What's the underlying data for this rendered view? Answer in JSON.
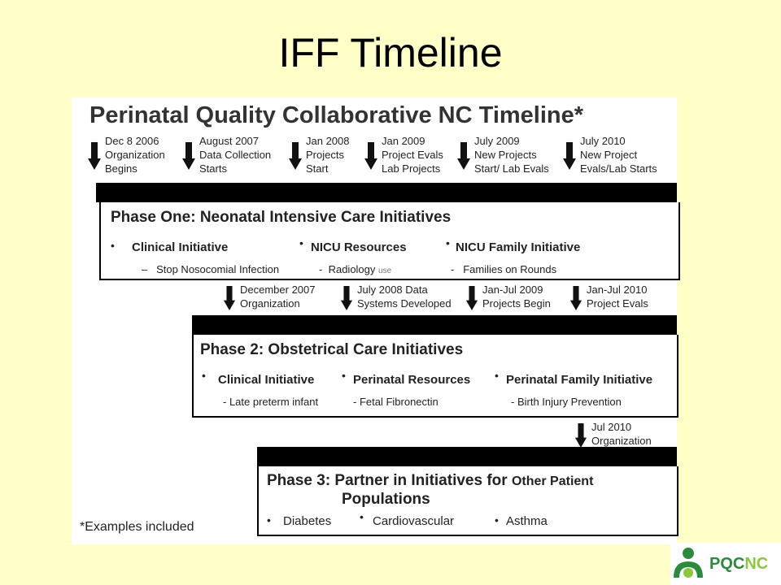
{
  "slide_title": "IFF Timeline",
  "timeline_heading": "Perinatal Quality Collaborative NC Timeline*",
  "milestones_top": [
    {
      "line1": "Dec 8 2006",
      "line2": "Organization",
      "line3": "Begins"
    },
    {
      "line1": "August 2007",
      "line2": "Data Collection",
      "line3": "Starts"
    },
    {
      "line1": "Jan 2008",
      "line2": "Projects",
      "line3": "Start"
    },
    {
      "line1": "Jan 2009",
      "line2": "Project Evals",
      "line3": "Lab Projects"
    },
    {
      "line1": "July 2009",
      "line2": "New Projects",
      "line3": "Start/ Lab Evals"
    },
    {
      "line1": "July 2010",
      "line2": "New Project",
      "line3": "Evals/Lab Starts"
    }
  ],
  "phase1": {
    "title": "Phase One: Neonatal Intensive Care Initiatives",
    "initiatives": [
      "Clinical Initiative",
      "NICU Resources",
      "NICU Family Initiative"
    ],
    "subs": [
      "Stop Nosocomial Infection",
      "Radiology",
      "Families on Rounds"
    ],
    "sub_note": "use",
    "dash": "–",
    "dash2": "-",
    "dash3": "-"
  },
  "milestones_mid": [
    {
      "line1": "December 2007",
      "line2": "Organization"
    },
    {
      "line1": "July 2008 Data",
      "line2": "Systems Developed"
    },
    {
      "line1": "Jan-Jul 2009",
      "line2": "Projects Begin"
    },
    {
      "line1": "Jan-Jul 2010",
      "line2": "Project Evals"
    }
  ],
  "phase2": {
    "title": "Phase 2: Obstetrical Care Initiatives",
    "initiatives": [
      "Clinical  Initiative",
      "Perinatal Resources",
      "Perinatal Family Initiative"
    ],
    "subs": [
      "- Late preterm infant",
      "- Fetal Fibronectin",
      "- Birth Injury Prevention"
    ]
  },
  "milestone_bottom": {
    "line1": "Jul 2010",
    "line2": "Organization"
  },
  "phase3": {
    "title_bold": "Phase 3: Partner in Initiatives for",
    "title_rest": "Other Patient",
    "title_line2": "Populations",
    "items": [
      "Diabetes",
      "Cardiovascular",
      "Asthma"
    ]
  },
  "bullet": "•",
  "footnote": "*Examples included",
  "logo": {
    "part1": "PQC",
    "part2": "NC"
  },
  "colors": {
    "background": "#ffffc8",
    "logo_green": "#2b8a3e",
    "logo_lime": "#8cc63f"
  }
}
